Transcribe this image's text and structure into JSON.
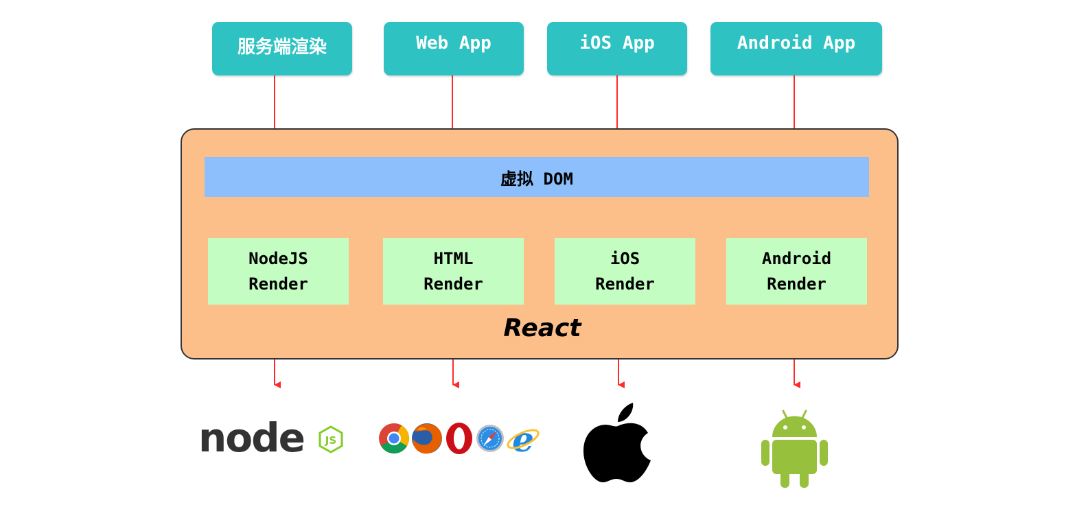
{
  "sources": [
    {
      "id": "ssr",
      "label": "服务端渲染"
    },
    {
      "id": "web",
      "label": "Web App"
    },
    {
      "id": "ios",
      "label": "iOS App"
    },
    {
      "id": "android",
      "label": "Android App"
    }
  ],
  "framework": {
    "label": "React",
    "virtual_dom_label": "虚拟 DOM"
  },
  "renderers": [
    {
      "line1": "NodeJS",
      "line2": "Render"
    },
    {
      "line1": "HTML",
      "line2": "Render"
    },
    {
      "line1": "iOS",
      "line2": "Render"
    },
    {
      "line1": "Android",
      "line2": "Render"
    }
  ],
  "targets": {
    "node_logo_text": "node",
    "node_logo_badge": "JS",
    "browser_icons": [
      "chrome-icon",
      "firefox-icon",
      "opera-icon",
      "safari-icon",
      "ie-icon"
    ],
    "apple_icon": "apple-logo-icon",
    "android_icon": "android-robot-icon"
  },
  "colors": {
    "source_box": "#2fc2c2",
    "react_frame": "#fcbf8a",
    "virtual_dom": "#8dbffc",
    "render_box": "#c3fdc2",
    "arrow": "#ff2b2b",
    "android_green": "#97c03d"
  }
}
